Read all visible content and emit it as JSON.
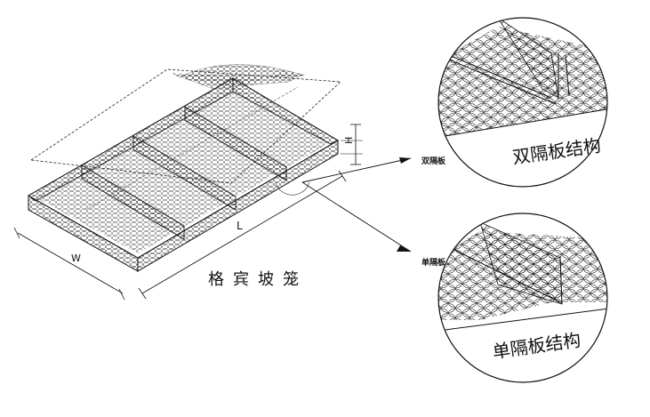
{
  "diagram": {
    "main_title": "格宾坡笼",
    "dimension_labels": {
      "height": "H",
      "length": "L",
      "width": "W"
    },
    "callouts": {
      "double_label": "双隔板",
      "single_label": "单隔板"
    },
    "detail_views": {
      "double": {
        "caption": "双隔板结构"
      },
      "single": {
        "caption": "单隔板结构"
      }
    },
    "colors": {
      "line": "#111111",
      "mesh": "#222222",
      "background": "#ffffff"
    }
  }
}
